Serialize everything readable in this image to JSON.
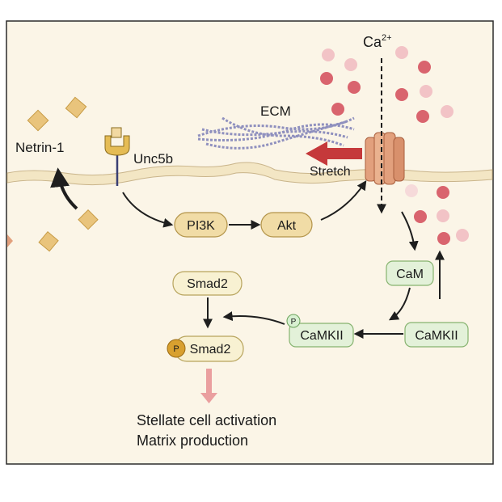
{
  "labels": {
    "netrin": "Netrin-1",
    "receptor": "Unc5b",
    "ecm": "ECM",
    "calcium_base": "Ca",
    "calcium_sup": "2+",
    "stretch": "Stretch"
  },
  "nodes": {
    "pi3k": "PI3K",
    "akt": "Akt",
    "cam": "CaM",
    "camkii_active": "CaMKII",
    "camkii": "CaMKII",
    "smad2": "Smad2",
    "smad2_p": "Smad2",
    "phospho": "P"
  },
  "outcome": {
    "line1": "Stellate cell activation",
    "line2": "Matrix production"
  },
  "colors": {
    "cell_fill": "#fbf5e7",
    "membrane": "#f3e6c4",
    "membrane_edge": "#c9b48a",
    "netrin": "#e9c47c",
    "pi3k_fill": "#f1dca6",
    "camk_fill": "#e3f1d9",
    "camk_stroke": "#86b36f",
    "smad_fill": "#f8f1d2",
    "smad_stroke": "#b7a35c",
    "phospho": "#d8a02f",
    "calcium": "#d9646e",
    "channel": "#e2a07d",
    "stretch_arrow": "#c5393b",
    "ecm": "#7d7fb8",
    "outcome_arrow": "#ea9f9f"
  }
}
